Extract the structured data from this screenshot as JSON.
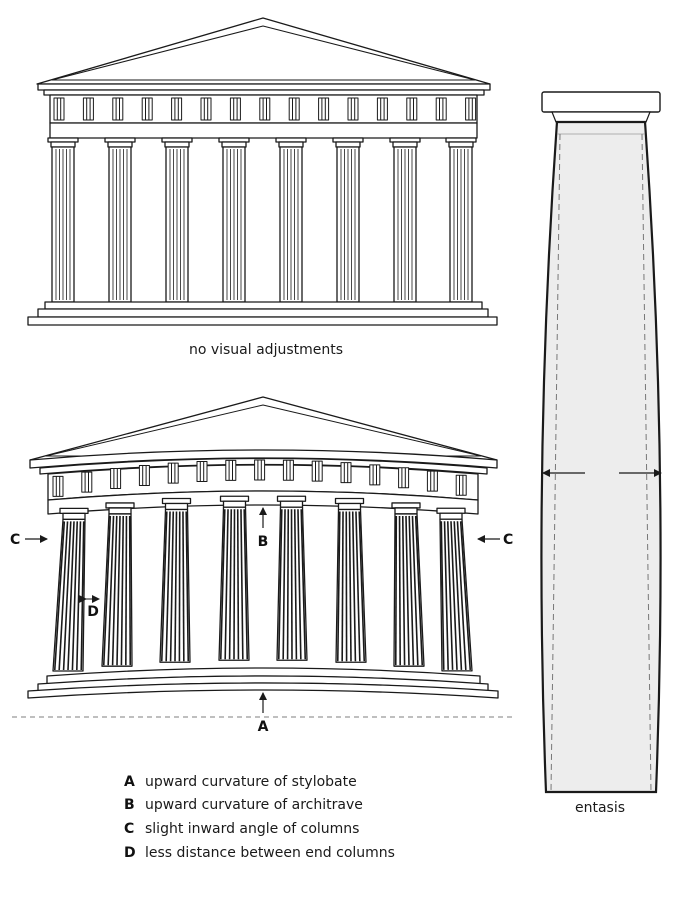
{
  "figure": {
    "top_caption": "no visual adjustments",
    "column_caption": "entasis"
  },
  "markers": {
    "a": "A",
    "b": "B",
    "c": "C",
    "d": "D"
  },
  "legend": [
    {
      "key": "A",
      "text": "upward curvature of stylobate"
    },
    {
      "key": "B",
      "text": "upward curvature of architrave"
    },
    {
      "key": "C",
      "text": "slight inward angle of columns"
    },
    {
      "key": "D",
      "text": "less distance between end columns"
    }
  ],
  "colors": {
    "line": "#1a1a1a",
    "shaft_fill": "#ededed",
    "baseline": "#aaaaaa"
  }
}
